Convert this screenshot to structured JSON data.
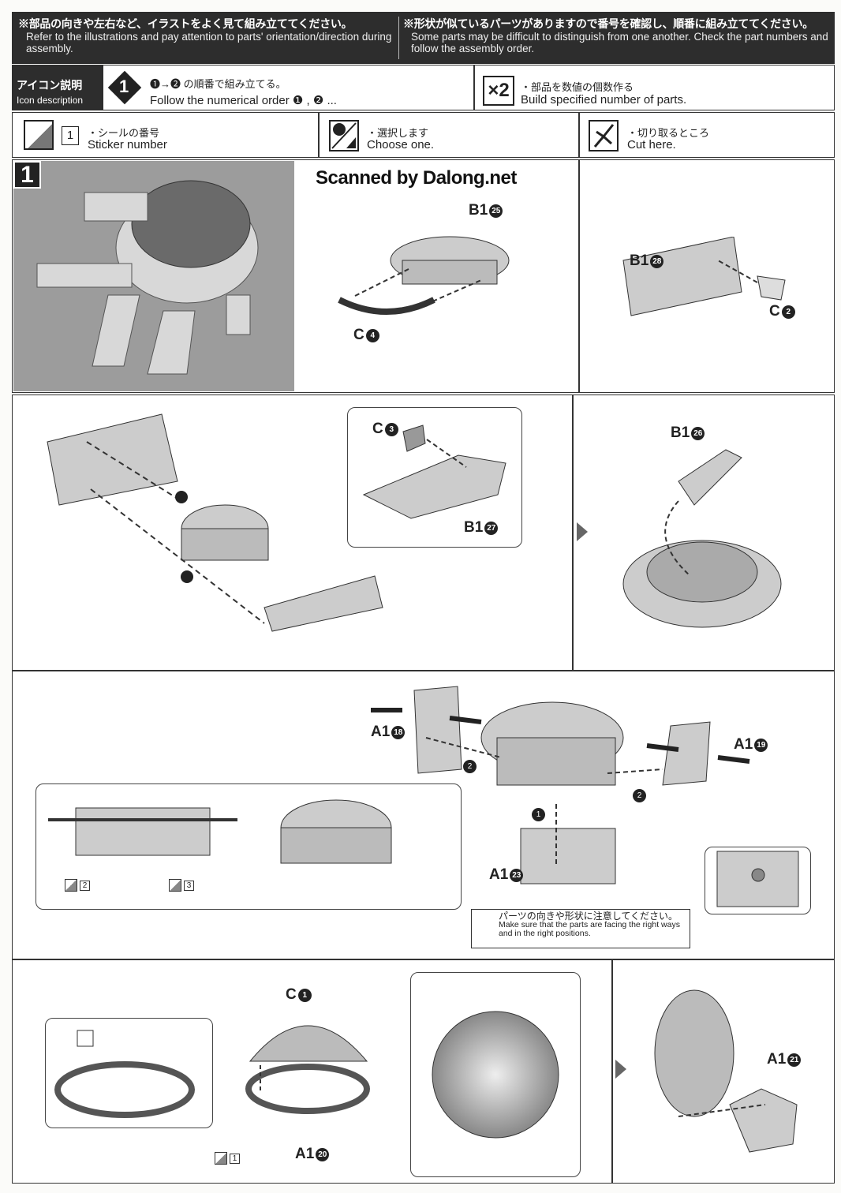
{
  "header": {
    "left_jp": "※部品の向きや左右など、イラストをよく見て組み立ててください。",
    "left_en": "Refer to the illustrations and pay attention to parts' orientation/direction during assembly.",
    "right_jp": "※形状が似ているパーツがありますので番号を確認し、順番に組み立ててください。",
    "right_en": "Some parts may be difficult to distinguish from one another. Check the part numbers and follow the assembly order."
  },
  "watermark": "Scanned by Dalong.net",
  "icons": {
    "title_jp": "アイコン説明",
    "title_en": "Icon description",
    "order_icon": "1",
    "order_jp": "❶→❷ の順番で組み立てる。",
    "order_en": "Follow the numerical order ❶ , ❷ ...",
    "multi_icon": "×2",
    "multi_jp": "・部品を数値の個数作る",
    "multi_en": "Build specified number of parts.",
    "sticker_num": "1",
    "sticker_jp": "・シールの番号",
    "sticker_en": "Sticker number",
    "choose_jp": "・選択します",
    "choose_en": "Choose one.",
    "cut_jp": "・切り取るところ",
    "cut_en": "Cut here."
  },
  "step": "1",
  "parts": {
    "b1_25": "B1",
    "b1_25n": "25",
    "c4": "C",
    "c4n": "4",
    "b1_28": "B1",
    "b1_28n": "28",
    "c2": "C",
    "c2n": "2",
    "c3": "C",
    "c3n": "3",
    "b1_27": "B1",
    "b1_27n": "27",
    "b1_26": "B1",
    "b1_26n": "26",
    "a1_18": "A1",
    "a1_18n": "18",
    "a1_19": "A1",
    "a1_19n": "19",
    "a1_23": "A1",
    "a1_23n": "23",
    "c1": "C",
    "c1n": "1",
    "a1_20": "A1",
    "a1_20n": "20",
    "a1_21": "A1",
    "a1_21n": "21"
  },
  "order_marks": [
    "1",
    "2"
  ],
  "stickers": [
    "2",
    "3",
    "1"
  ],
  "note": {
    "jp": "パーツの向きや形状に注意してください。",
    "en": "Make sure that the parts are facing the right ways and in the right positions."
  }
}
